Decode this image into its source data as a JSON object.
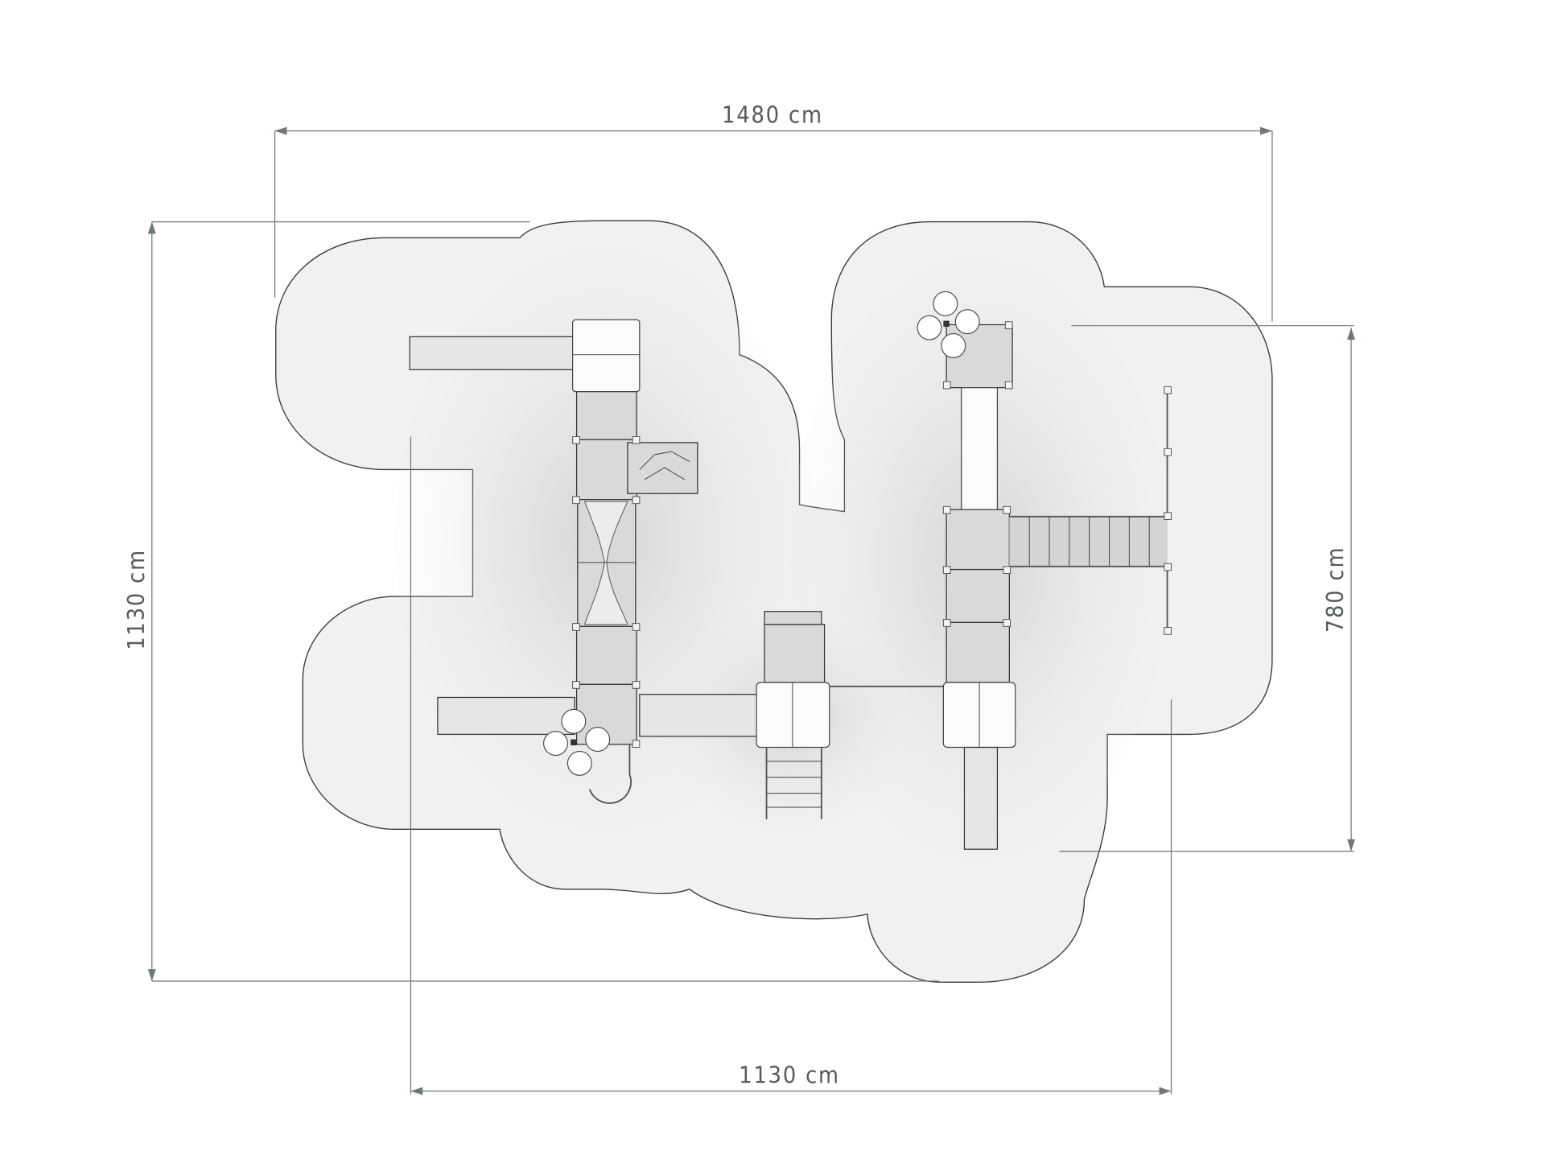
{
  "title": "Playground equipment layout plan with safety zone",
  "dimensions": {
    "overall_width": "1480 cm",
    "overall_depth": "1130 cm",
    "equipment_width": "1130 cm",
    "equipment_depth": "780 cm"
  },
  "colors": {
    "dimension_line": "#6f7876",
    "zone_fill": "#f1f1f1",
    "outline": "#3a3a3a"
  }
}
